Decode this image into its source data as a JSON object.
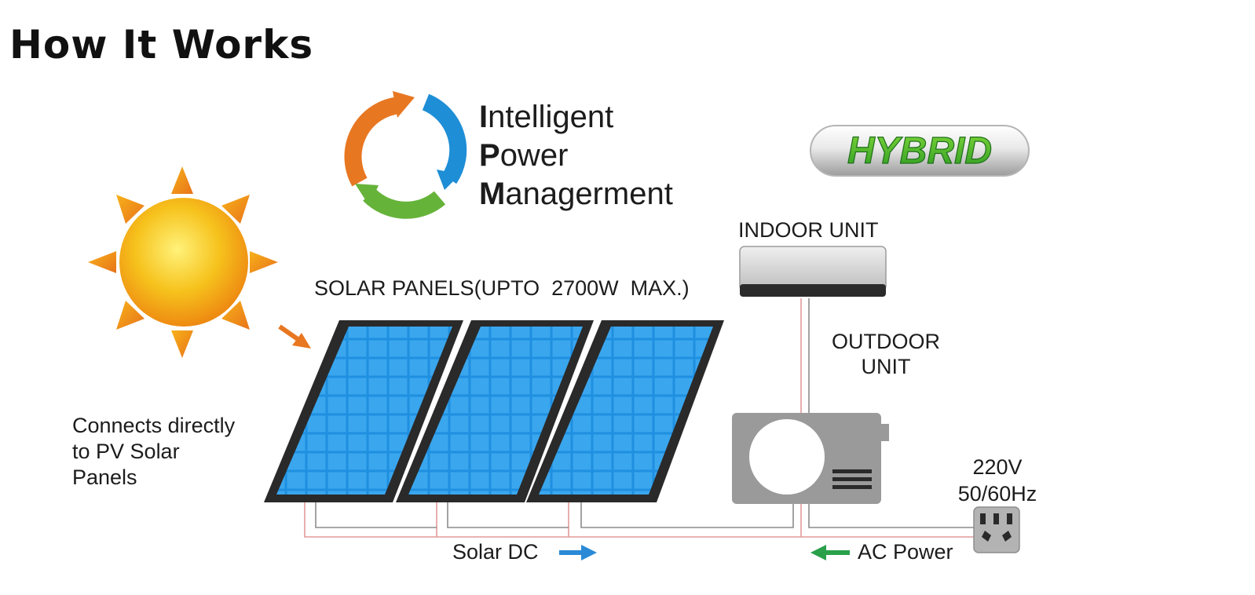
{
  "title": "How It Works",
  "ipm": {
    "line1": {
      "initial": "I",
      "rest": "ntelligent"
    },
    "line2": {
      "initial": "P",
      "rest": "ower"
    },
    "line3": {
      "initial": "M",
      "rest": "anagerment"
    }
  },
  "badge": "HYBRID",
  "labels": {
    "solar_panels": "SOLAR PANELS(UPTO  2700W  MAX.)",
    "indoor_unit": "INDOOR UNIT",
    "outdoor_unit_line1": "OUTDOOR",
    "outdoor_unit_line2": "UNIT",
    "connects_line1": "Connects directly",
    "connects_line2": "to PV Solar",
    "connects_line3": "Panels",
    "voltage": "220V",
    "frequency": "50/60Hz",
    "solar_dc": "Solar DC",
    "ac_power": "AC Power"
  },
  "colors": {
    "cycle_orange": "#e87722",
    "cycle_blue": "#1e8ed6",
    "cycle_green": "#66b33a",
    "hybrid_green": "#3fae2a",
    "sun_yellow": "#f6c21c",
    "sun_orange": "#ee8a12",
    "panel_blue": "#1f8fe0",
    "panel_frame": "#2a2a2a",
    "unit_gray": "#9a9a9a",
    "wire_red": "#e39a9a",
    "arrow_blue": "#2a8ad6",
    "arrow_green": "#2aa04a",
    "arrow_orange": "#e87722"
  },
  "icons": [
    "sun-icon",
    "power-cycle-icon",
    "wall-socket-icon"
  ]
}
